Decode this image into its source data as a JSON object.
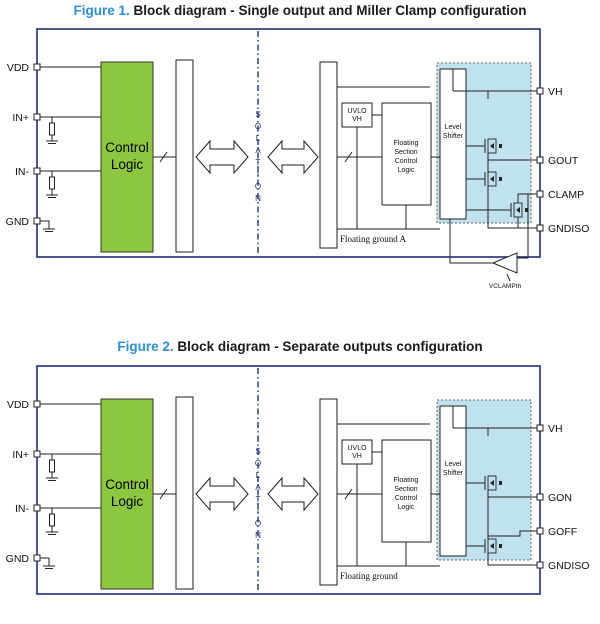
{
  "figure1": {
    "number": "Figure 1.",
    "caption": "Block diagram - Single output and Miller Clamp configuration",
    "pins_left": [
      "VDD",
      "IN+",
      "IN-",
      "GND"
    ],
    "pins_right": [
      "VH",
      "GOUT",
      "CLAMP",
      "GNDISO"
    ],
    "control_logic": [
      "Control",
      "Logic"
    ],
    "isolation_letters": [
      "I",
      "S",
      "O",
      "L",
      "A",
      "T",
      "I",
      "O",
      "N"
    ],
    "uvlo": [
      "UVLO",
      "VH"
    ],
    "floating_section": [
      "Floating",
      "Section",
      "Control",
      "Logic"
    ],
    "level_shifter": [
      "Level",
      "Shifter"
    ],
    "floating_ground": "Floating ground A",
    "vclamp_label": "VCLAMPth"
  },
  "figure2": {
    "number": "Figure 2.",
    "caption": "Block diagram - Separate outputs configuration",
    "pins_left": [
      "VDD",
      "IN+",
      "IN-",
      "GND"
    ],
    "pins_right": [
      "VH",
      "GON",
      "GOFF",
      "GNDISO"
    ],
    "control_logic": [
      "Control",
      "Logic"
    ],
    "isolation_letters": [
      "I",
      "S",
      "O",
      "L",
      "A",
      "T",
      "I",
      "O",
      "N"
    ],
    "uvlo": [
      "UVLO",
      "VH"
    ],
    "floating_section": [
      "Floating",
      "Section",
      "Control",
      "Logic"
    ],
    "level_shifter": [
      "Level",
      "Shifter"
    ],
    "floating_ground": "Floating ground"
  },
  "colors": {
    "title_number": "#2a8fd6",
    "border": "#1f2f7a",
    "control_logic_fill": "#8dc63f",
    "driver_fill": "#bfe2ee"
  }
}
